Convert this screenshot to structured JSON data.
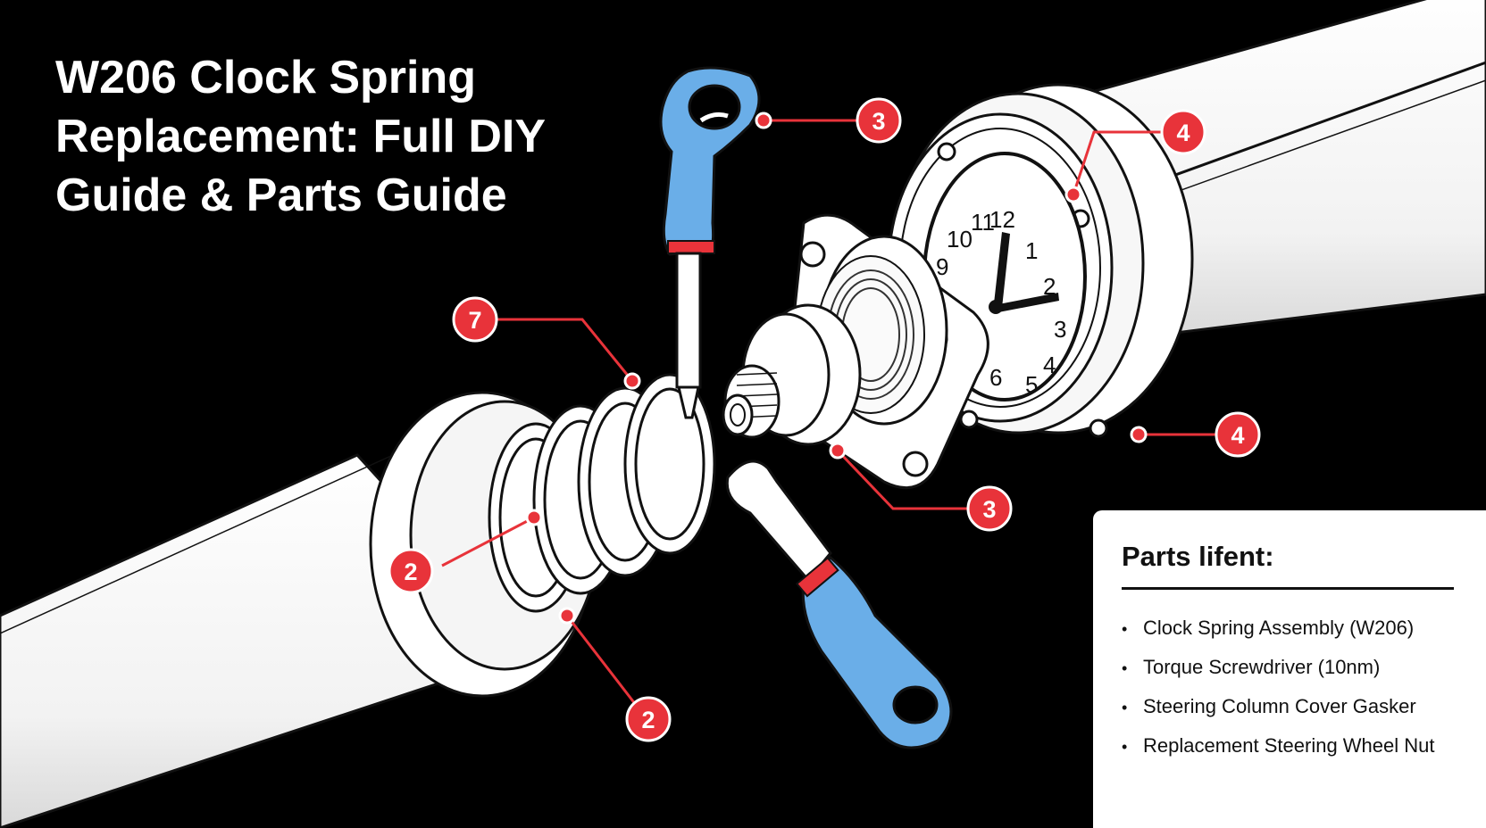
{
  "title": {
    "lines": [
      "W206 Clock Spring",
      "Replacement: Full DIY",
      "Guide & Parts Guide"
    ]
  },
  "callouts": [
    "3",
    "4",
    "7",
    "4",
    "3",
    "2",
    "2"
  ],
  "clock": {
    "numbers": [
      "10",
      "11",
      "12",
      "1",
      "2",
      "3",
      "4",
      "5",
      "6",
      "9"
    ]
  },
  "parts_panel": {
    "heading": "Parts lifent:",
    "items": [
      "Clock Spring Assembly (W206)",
      "Torque Screwdriver (10nm)",
      "Steering Column Cover Gasker",
      "Replacement Steering Wheel Nut"
    ]
  },
  "colors": {
    "callout_red": "#e8333a",
    "tool_blue": "#6aaee8",
    "background": "#000000",
    "line_art": "#111111"
  }
}
